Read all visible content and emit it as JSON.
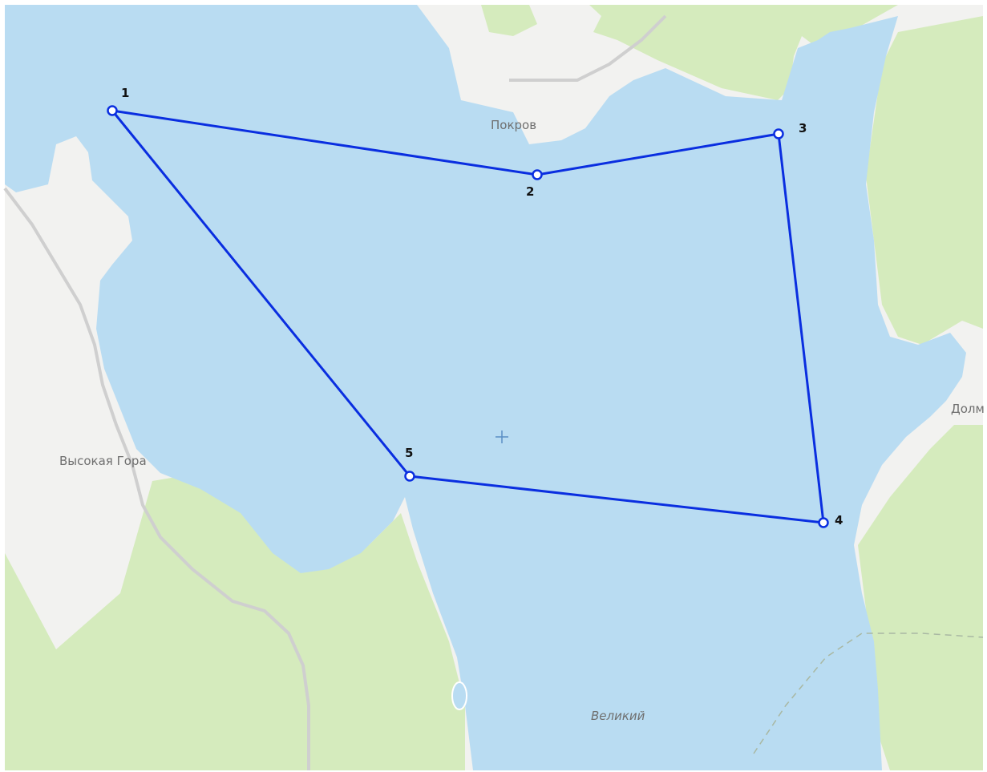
{
  "map": {
    "colors": {
      "water": "#b9dcf2",
      "land": "#f2f2f0",
      "forest": "#d5ebbd",
      "road": "#cfcfcf",
      "route": "#0a2ee0",
      "vertex_fill": "#ffffff",
      "label": "#6f6f6f",
      "center_cross": "#5b8fc4"
    },
    "place_labels": {
      "pokrov": "Покров",
      "vysokaya_gora": "Высокая Гора",
      "velikiy": "Великий",
      "dolm": "Долм"
    },
    "route": {
      "vertices": [
        {
          "label": "1"
        },
        {
          "label": "2"
        },
        {
          "label": "3"
        },
        {
          "label": "4"
        },
        {
          "label": "5"
        }
      ]
    },
    "center_marker_icon": "crosshair-plus"
  }
}
